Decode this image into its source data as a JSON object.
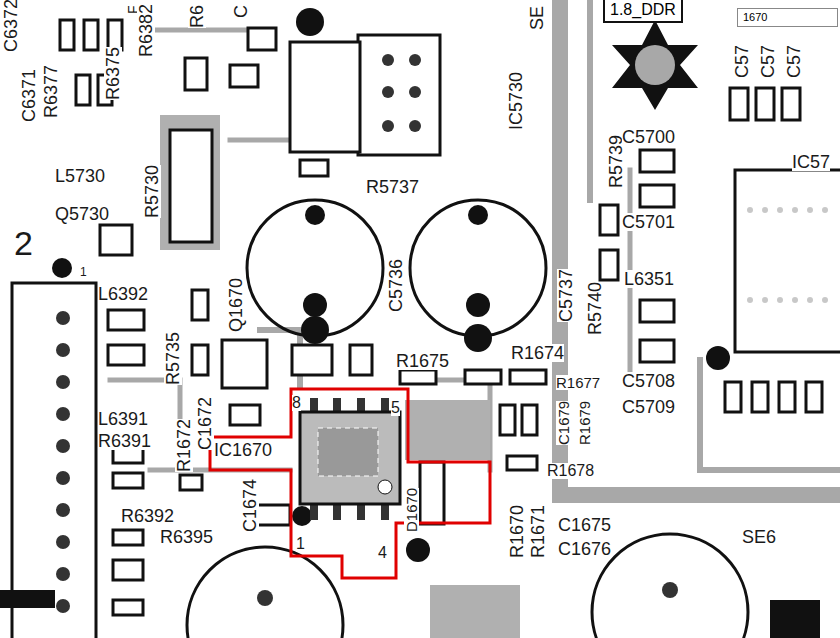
{
  "diagram": {
    "nodes": [
      {
        "text": [
          "1670"
        ]
      },
      {
        "text": [
          "1.8_DDR"
        ]
      }
    ],
    "labels": [
      "C6372",
      "F",
      "R6382",
      "R6",
      "C",
      "SE",
      "C6371",
      "R6377",
      "R6375",
      "IC5730",
      "C57",
      "C57",
      "C57",
      "R5737",
      "R5739",
      "C5700",
      "IC57",
      "L5730",
      "R5730",
      "Q5730",
      "C5701",
      "2",
      "1",
      "Q1670",
      "C5736",
      "C5737",
      "R5740",
      "L6351",
      "L6392",
      "R5735",
      "R1675",
      "R1674",
      "R1677",
      "C5708",
      "C5709",
      "8",
      "5",
      "L6391",
      "R6391",
      "R1672",
      "C1672",
      "IC1670",
      "C1679",
      "R1679",
      "R1678",
      "C1674",
      "D1670",
      "R1670",
      "R1671",
      "C1675",
      "C1676",
      "SE6",
      "R6392",
      "R6395",
      "1",
      "4"
    ]
  }
}
